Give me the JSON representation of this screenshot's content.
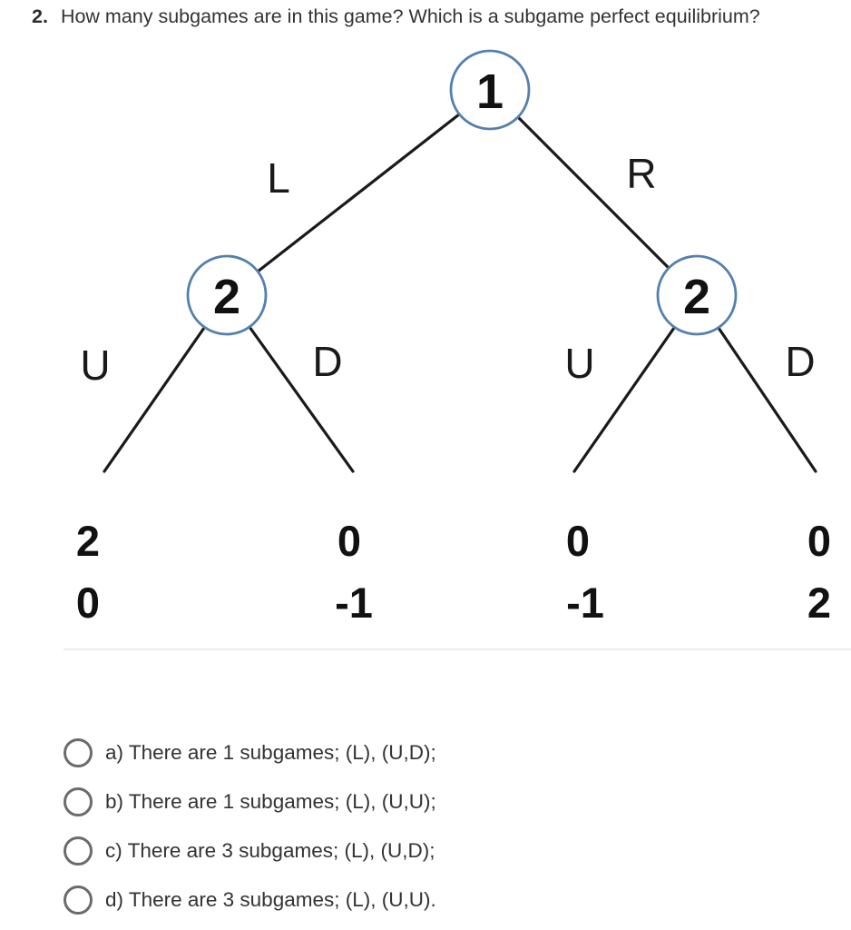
{
  "question": {
    "number": "2.",
    "text": "How many subgames are in this game? Which is a subgame perfect equilibrium?"
  },
  "tree": {
    "nodes": {
      "root": {
        "player": "1"
      },
      "left": {
        "player": "2"
      },
      "right": {
        "player": "2"
      }
    },
    "edges": [
      {
        "label": "L"
      },
      {
        "label": "R"
      },
      {
        "label": "U"
      },
      {
        "label": "D"
      },
      {
        "label": "U"
      },
      {
        "label": "D"
      }
    ],
    "payoffs": [
      {
        "p1": "2",
        "p2": "0"
      },
      {
        "p1": "0",
        "p2": "-1"
      },
      {
        "p1": "0",
        "p2": "-1"
      },
      {
        "p1": "0",
        "p2": "2"
      }
    ],
    "colors": {
      "node_stroke": "#5480ae",
      "edge": "#1a1a1a"
    }
  },
  "options": [
    {
      "key": "a",
      "label": "a) There are 1 subgames; (L), (U,D);"
    },
    {
      "key": "b",
      "label": "b) There are 1 subgames; (L), (U,U);"
    },
    {
      "key": "c",
      "label": "c) There are 3 subgames; (L), (U,D);"
    },
    {
      "key": "d",
      "label": "d) There are 3 subgames; (L), (U,U)."
    }
  ]
}
